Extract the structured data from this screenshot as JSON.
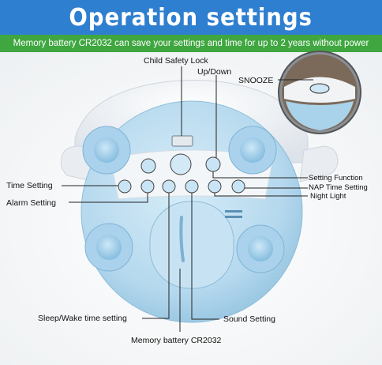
{
  "header": {
    "title": "Operation settings",
    "subtitle": "Memory battery CR2032 can save your settings and time for up to 2 years without power"
  },
  "labels": {
    "child_lock": "Child Safety Lock",
    "up_down": "Up/Down",
    "snooze": "SNOOZE",
    "time_setting": "Time Setting",
    "alarm_setting": "Alarm Setting",
    "setting_function": "Setting Function",
    "nap_time_setting": "NAP Time Setting",
    "night_light": "Night Light",
    "sleep_wake": "Sleep/Wake time setting",
    "sound_setting": "Sound Setting",
    "memory_battery": "Memory battery CR2032"
  },
  "colors": {
    "banner": "#2f7fd0",
    "subbar": "#3fa640",
    "device_blue": "#b9dcf0",
    "device_white": "#f2f4f6"
  }
}
